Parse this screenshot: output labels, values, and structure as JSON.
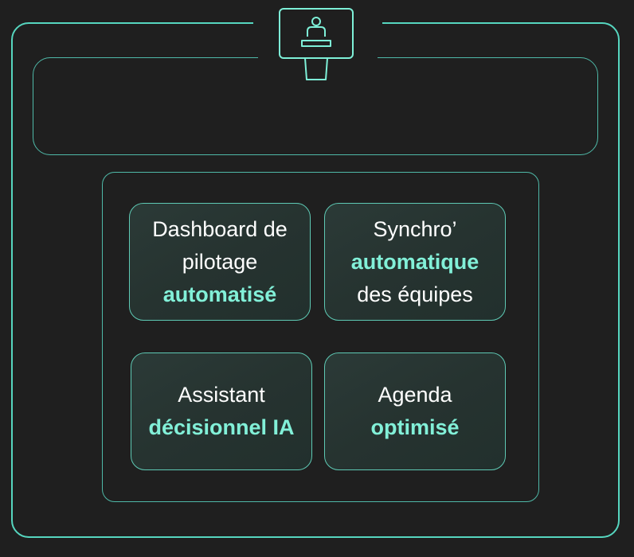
{
  "icon": "speaker-podium-icon",
  "colors": {
    "background": "#1f1f1f",
    "accent": "#82f0d8",
    "border": "#56d6bf"
  },
  "cards": [
    {
      "line1": "Dashboard de",
      "line2": "pilotage",
      "highlight": "automatisé"
    },
    {
      "line1": "Synchro’",
      "highlight": "automatique",
      "line3": "des équipes"
    },
    {
      "line1": "Assistant",
      "highlight": "décisionnel IA"
    },
    {
      "line1": "Agenda",
      "highlight": "optimisé"
    }
  ]
}
